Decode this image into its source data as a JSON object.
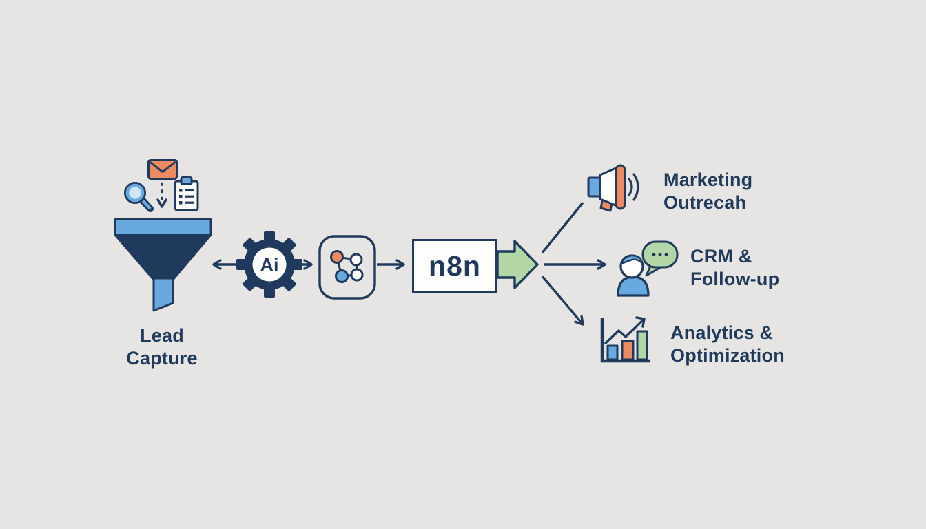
{
  "colors": {
    "background": "#e6e5e3",
    "navy": "#1f3a5c",
    "blue": "#68a9e0",
    "light_blue": "#cfe6f7",
    "orange": "#ee8a60",
    "green": "#b2d7a6",
    "white": "#fdfdfb"
  },
  "nodes": {
    "lead_capture": {
      "line1": "Lead",
      "line2": "Capture",
      "icon": "funnel-icon",
      "input_icons": [
        "envelope-icon",
        "magnifying-glass-icon",
        "clipboard-icon"
      ]
    },
    "ai_gear": {
      "label": "Ai",
      "icon": "ai-gear-icon"
    },
    "workflow": {
      "icon": "workflow-nodes-icon"
    },
    "n8n": {
      "label": "n8n"
    }
  },
  "outputs": [
    {
      "icon": "megaphone-icon",
      "line1": "Marketing",
      "line2": "Outrecah"
    },
    {
      "icon": "person-chat-icon",
      "line1": "CRM &",
      "line2": "Follow-up"
    },
    {
      "icon": "bar-chart-icon",
      "line1": "Analytics &",
      "line2": "Optimization"
    }
  ]
}
